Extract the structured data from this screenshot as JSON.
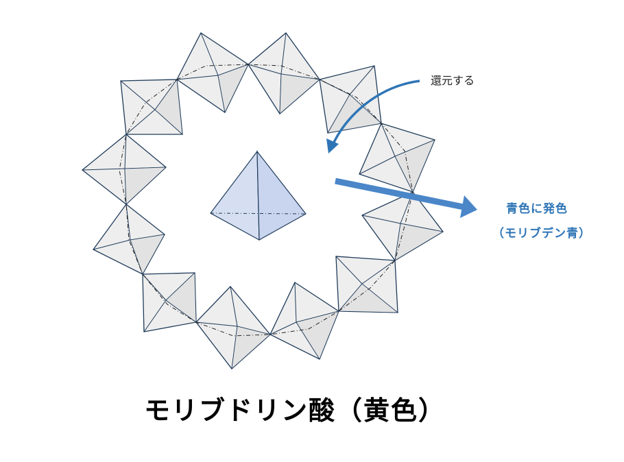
{
  "labels": {
    "reduce": "還元する",
    "blue_line1": "青色に発色",
    "blue_line2": "（モリブデン青）",
    "title": "モリブドリン酸（黄色）"
  },
  "colors": {
    "octahedron_fill": "#eeeeee",
    "octahedron_stroke": "#1f3b5a",
    "tetrahedron_fill": "#d6dff2",
    "tetrahedron_stroke": "#1f3b5a",
    "arrow": "#2e75b6",
    "blue_text": "#2e75b6"
  },
  "diagram": {
    "octahedron_count": 12
  }
}
